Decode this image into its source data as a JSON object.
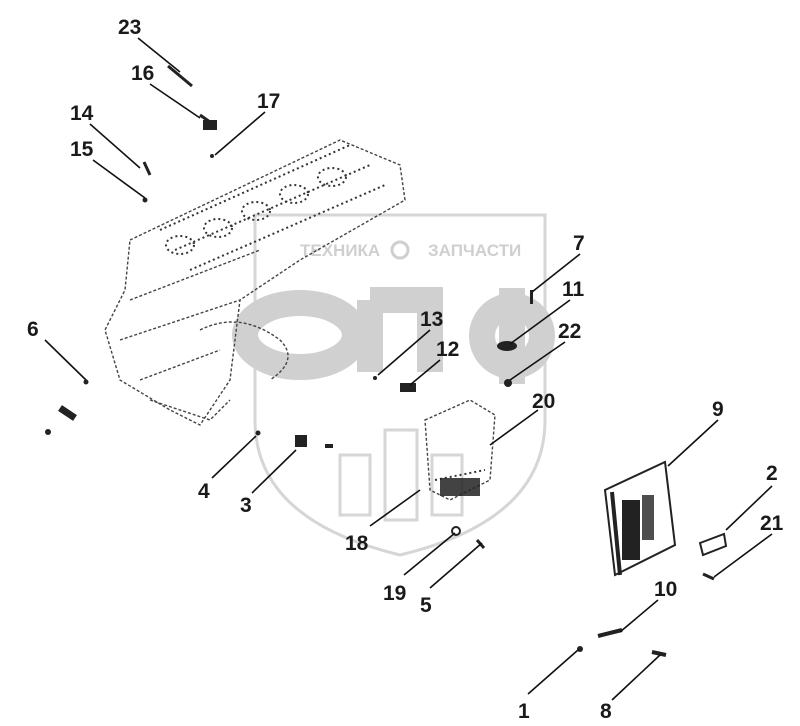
{
  "watermark": {
    "text_left": "ТЕХНИКА",
    "text_right": "ЗАПЧАСТИ"
  },
  "callouts": [
    {
      "id": "1",
      "label": "1"
    },
    {
      "id": "2",
      "label": "2"
    },
    {
      "id": "3",
      "label": "3"
    },
    {
      "id": "4",
      "label": "4"
    },
    {
      "id": "5",
      "label": "5"
    },
    {
      "id": "6",
      "label": "6"
    },
    {
      "id": "7",
      "label": "7"
    },
    {
      "id": "8",
      "label": "8"
    },
    {
      "id": "9",
      "label": "9"
    },
    {
      "id": "10",
      "label": "10"
    },
    {
      "id": "11",
      "label": "11"
    },
    {
      "id": "12",
      "label": "12"
    },
    {
      "id": "13",
      "label": "13"
    },
    {
      "id": "14",
      "label": "14"
    },
    {
      "id": "15",
      "label": "15"
    },
    {
      "id": "16",
      "label": "16"
    },
    {
      "id": "17",
      "label": "17"
    },
    {
      "id": "18",
      "label": "18"
    },
    {
      "id": "19",
      "label": "19"
    },
    {
      "id": "20",
      "label": "20"
    },
    {
      "id": "21",
      "label": "21"
    },
    {
      "id": "22",
      "label": "22"
    },
    {
      "id": "23",
      "label": "23"
    }
  ]
}
